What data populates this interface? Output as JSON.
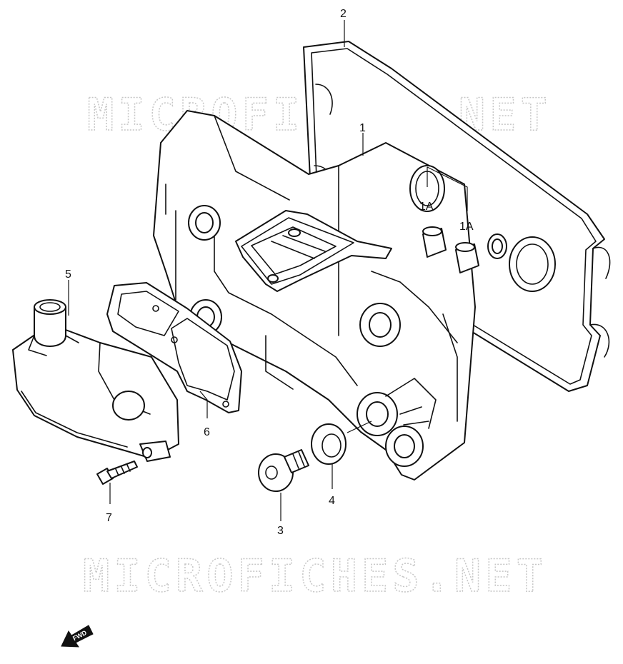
{
  "watermark": {
    "top": "MICROFICHES.NET",
    "bottom": "MICROFICHES.NET"
  },
  "callouts": {
    "part_1": "1",
    "part_1a_left": "1A",
    "part_1a_right": "1A",
    "part_2": "2",
    "part_3": "3",
    "part_4": "4",
    "part_5": "5",
    "part_6": "6",
    "part_7": "7"
  },
  "direction_badge": "FWD"
}
